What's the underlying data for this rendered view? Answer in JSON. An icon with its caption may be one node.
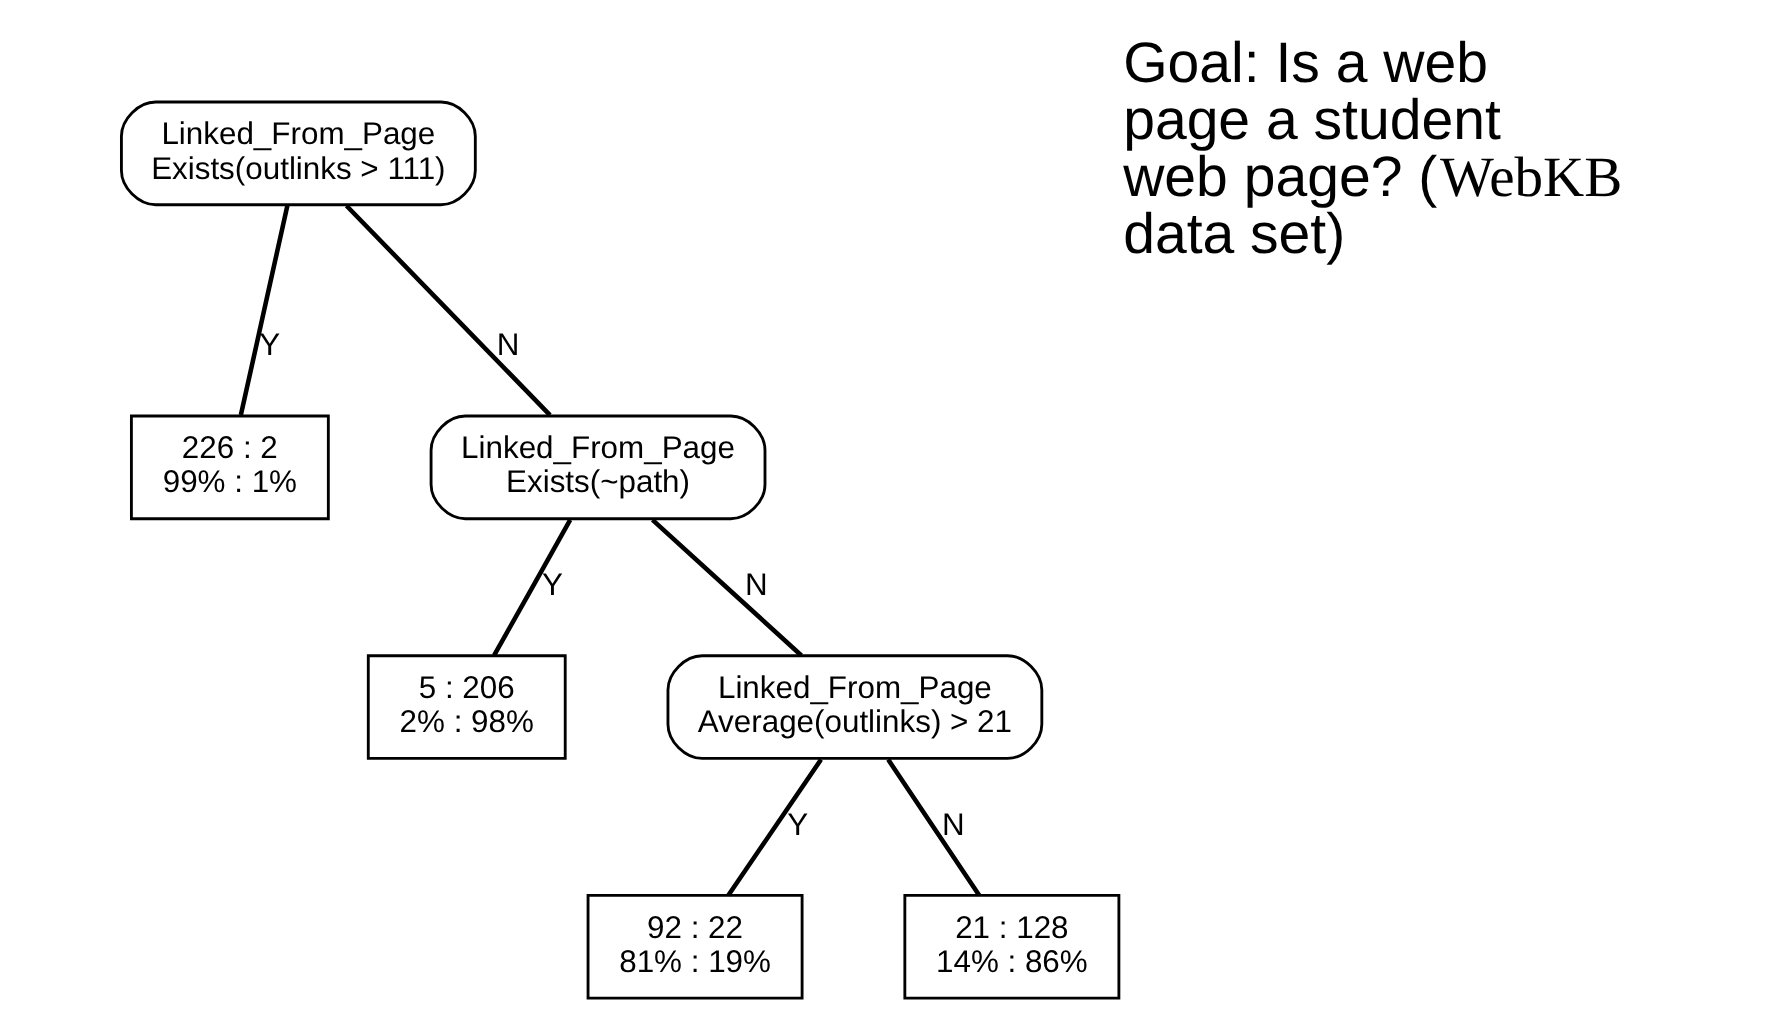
{
  "diagram": {
    "nodes": [
      {
        "text": [
          "Linked_From_Page",
          "Exists(outlinks > 111)"
        ]
      },
      {
        "text": [
          "226 : 2",
          "99% : 1%"
        ]
      },
      {
        "text": [
          "Linked_From_Page",
          "Exists(~path)"
        ]
      },
      {
        "text": [
          "5 : 206",
          "2% : 98%"
        ]
      },
      {
        "text": [
          "Linked_From_Page",
          "Average(outlinks) > 21"
        ]
      },
      {
        "text": [
          "92 : 22",
          "81% : 19%"
        ]
      },
      {
        "text": [
          "21 : 128",
          "14% : 86%"
        ]
      }
    ],
    "edges": [
      {
        "from": 0,
        "to": 1,
        "arrow": "none",
        "label": "Y"
      },
      {
        "from": 0,
        "to": 2,
        "arrow": "none",
        "label": "N"
      },
      {
        "from": 2,
        "to": 3,
        "arrow": "none",
        "label": "Y"
      },
      {
        "from": 2,
        "to": 4,
        "arrow": "none",
        "label": "N"
      },
      {
        "from": 4,
        "to": 5,
        "arrow": "none",
        "label": "Y"
      },
      {
        "from": 4,
        "to": 6,
        "arrow": "none",
        "label": "N"
      }
    ],
    "labels": [
      "Goal: Is a web page a student web page? (*WebKB* data set)"
    ]
  }
}
